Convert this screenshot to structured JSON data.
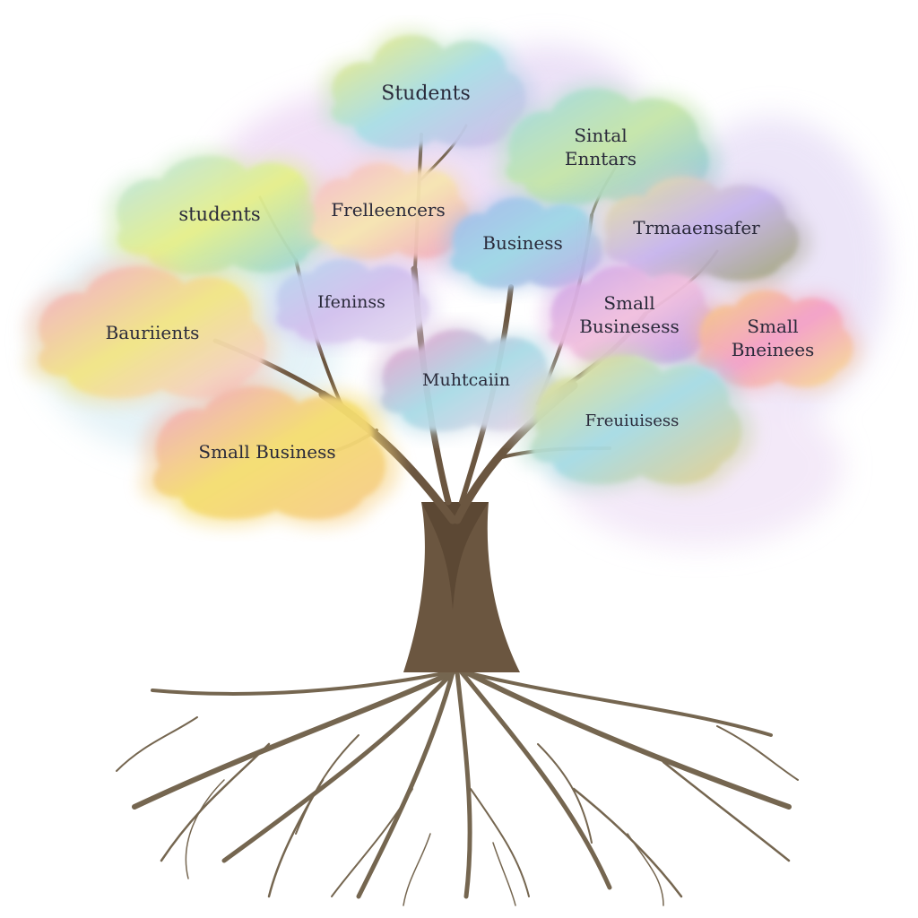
{
  "clouds": [
    {
      "lines": [
        "Students"
      ],
      "colors": [
        "#f3ec7a",
        "#a9dfe6",
        "#d7b8ec"
      ]
    },
    {
      "lines": [
        "Sintal",
        "Enntars"
      ],
      "colors": [
        "#9fd9e8",
        "#c6e6a8",
        "#86c3ea"
      ]
    },
    {
      "lines": [
        "students"
      ],
      "colors": [
        "#b6e3ec",
        "#e6f08a",
        "#8fd3e3"
      ]
    },
    {
      "lines": [
        "Frelleencers"
      ],
      "colors": [
        "#f5b8cf",
        "#f7e6b0",
        "#f1a3c4"
      ]
    },
    {
      "lines": [
        "Business"
      ],
      "colors": [
        "#a8b8ec",
        "#9ed8e6",
        "#bfa8e8"
      ]
    },
    {
      "lines": [
        "Trmaaensafer"
      ],
      "colors": [
        "#e8e49c",
        "#c7b5ee",
        "#a3a873"
      ]
    },
    {
      "lines": [
        "Bauriients"
      ],
      "colors": [
        "#f4a7d0",
        "#f2e685",
        "#f6c7de"
      ]
    },
    {
      "lines": [
        "Ifeninss"
      ],
      "colors": [
        "#b5d9ee",
        "#d2c0ee",
        "#e8e0f3"
      ]
    },
    {
      "lines": [
        "Small",
        "Businesess"
      ],
      "colors": [
        "#c7a3ea",
        "#f2c0de",
        "#b89ae6"
      ]
    },
    {
      "lines": [
        "Small",
        "Bneinees"
      ],
      "colors": [
        "#f6d27a",
        "#f4a0c8",
        "#f8e28c"
      ]
    },
    {
      "lines": [
        "Muhtcaiin"
      ],
      "colors": [
        "#f39ccc",
        "#a9dbe6",
        "#f3d2e6"
      ]
    },
    {
      "lines": [
        "Freuiuisess"
      ],
      "colors": [
        "#f3e07c",
        "#a6dce6",
        "#e8d08a"
      ]
    },
    {
      "lines": [
        "Small Business"
      ],
      "colors": [
        "#f3a3cf",
        "#f4de6e",
        "#f7c98c"
      ]
    }
  ],
  "colors": {
    "trunk": "#6b5640",
    "root": "#756650",
    "text": "#2a2a3a"
  }
}
